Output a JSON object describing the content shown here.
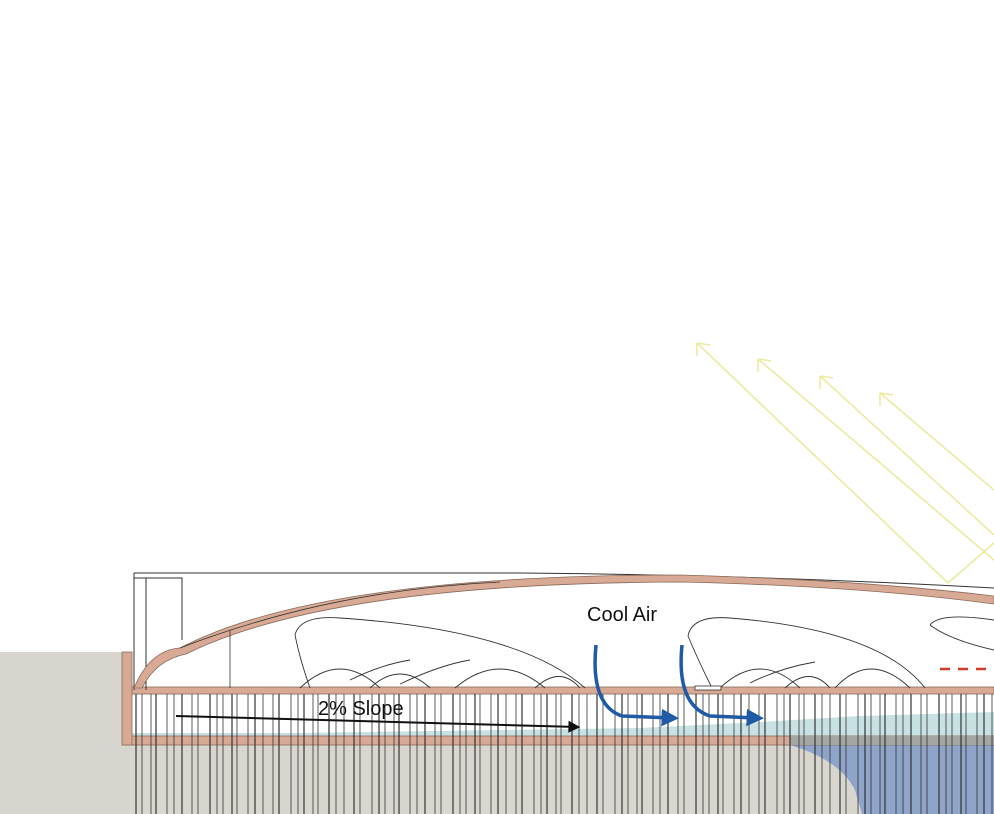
{
  "annotations": {
    "cool_air": "Cool Air",
    "slope": "2% Slope"
  },
  "colors": {
    "background": "#ffffff",
    "ground": "#d9d6cf",
    "structure_band": "#d8aa95",
    "water": "#c8e2e4",
    "water_body": "#8fa4c9",
    "sun_rays": "#ecea9e",
    "airflow_arrow": "#1f5aa6",
    "slope_arrow": "#111111",
    "dashed_line": "#d23a2a"
  },
  "icons": {
    "sun_rays": "diagonal-arrow-rays",
    "airflow": "curved-arrow",
    "slope": "straight-arrow"
  }
}
